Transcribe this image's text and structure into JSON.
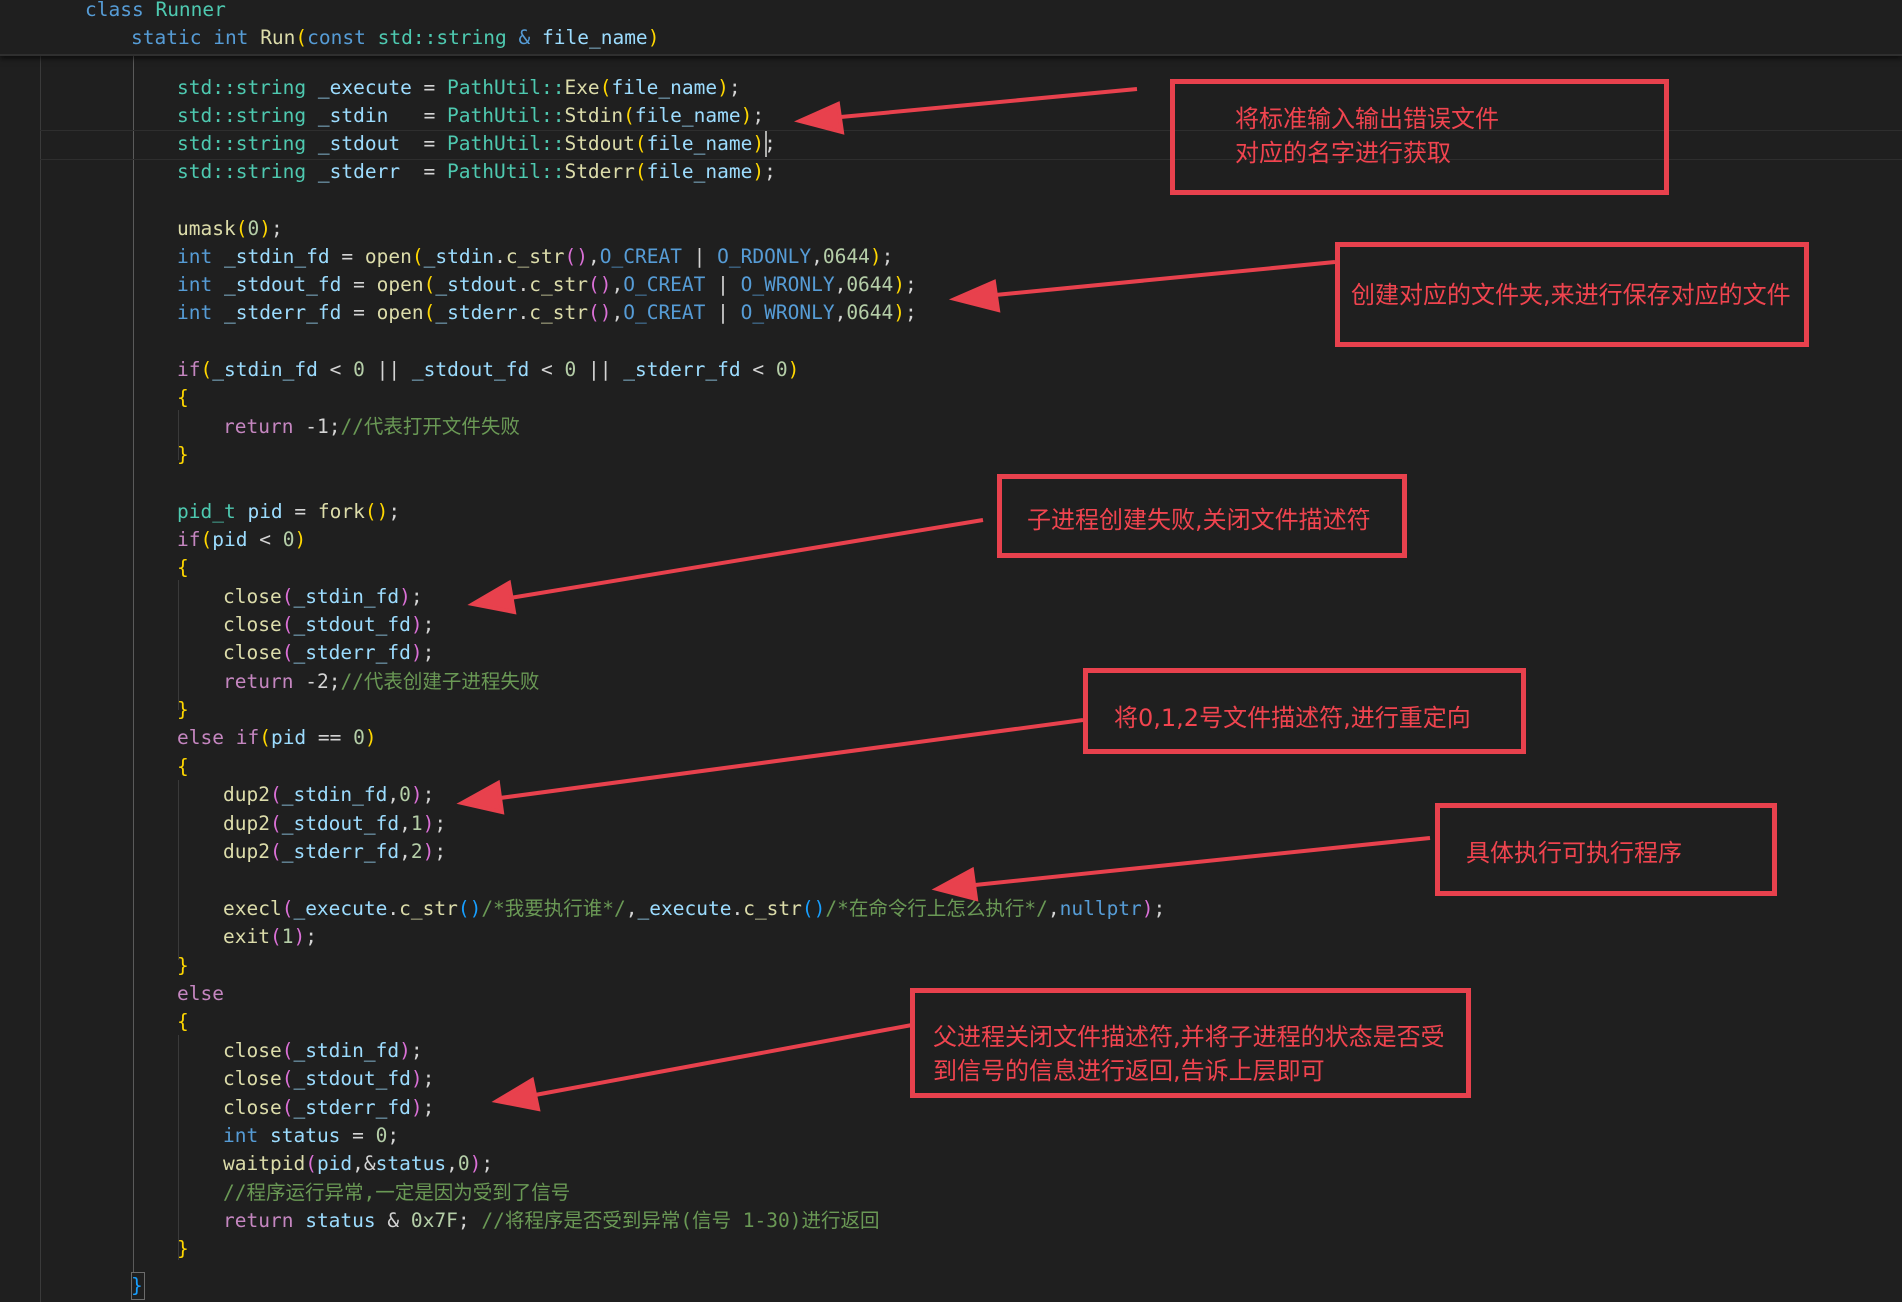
{
  "sticky": {
    "class_kw": "class",
    "class_name": "Runner",
    "sig_static": "static",
    "sig_int": "int",
    "sig_fn": "Run",
    "sig_const": "const",
    "sig_type": "std::string",
    "sig_amp": "&",
    "sig_param": "file_name"
  },
  "code": {
    "std_string": "std::string",
    "pathutil": "PathUtil::",
    "file_name": "file_name",
    "v_execute": "_execute",
    "v_stdin": "_stdin",
    "v_stdout": "_stdout",
    "v_stderr": "_stderr",
    "f_exe": "Exe",
    "f_stdin": "Stdin",
    "f_stdout": "Stdout",
    "f_stderr": "Stderr",
    "umask": "umask",
    "zero": "0",
    "int_kw": "int",
    "fd_in": "_stdin_fd",
    "fd_out": "_stdout_fd",
    "fd_err": "_stderr_fd",
    "open": "open",
    "c_str": "c_str",
    "o_creat": "O_CREAT",
    "o_rdonly": "O_RDONLY",
    "o_wronly": "O_WRONLY",
    "mode": "0644",
    "if_kw": "if",
    "else_kw": "else",
    "return_kw": "return",
    "minus_one": "-1",
    "minus_two": "-2",
    "c_open_fail": "//代表打开文件失败",
    "pid_t": "pid_t",
    "pid": "pid",
    "fork": "fork",
    "close": "close",
    "c_fork_fail": "//代表创建子进程失败",
    "dup2": "dup2",
    "one": "1",
    "two": "2",
    "execl": "execl",
    "c_who": "/*我要执行谁*/",
    "c_how": "/*在命令行上怎么执行*/",
    "nullptr": "nullptr",
    "exit": "exit",
    "status": "status",
    "waitpid": "waitpid",
    "c_abnormal": "//程序运行异常,一定是因为受到了信号",
    "hex_mask": "0x7F",
    "c_return_sig": "//将程序是否受到异常(信号 1-30)进行返回"
  },
  "annotations": {
    "n1_line1": "将标准输入输出错误文件",
    "n1_line2": "对应的名字进行获取",
    "n2": "创建对应的文件夹,来进行保存对应的文件",
    "n3": "子进程创建失败,关闭文件描述符",
    "n4": "将0,1,2号文件描述符,进行重定向",
    "n5": "具体执行可执行程序",
    "n6_line1": "父进程关闭文件描述符,并将子进程的状态是否受",
    "n6_line2": "到信号的信息进行返回,告诉上层即可"
  },
  "colors": {
    "background": "#1f1f1f",
    "keyword": "#569cd6",
    "type": "#4ec9b0",
    "function": "#dcdcaa",
    "variable": "#9cdcfe",
    "number": "#b5cea8",
    "comment": "#6a9955",
    "control": "#c586c0",
    "annotation_red": "#e8414d"
  }
}
